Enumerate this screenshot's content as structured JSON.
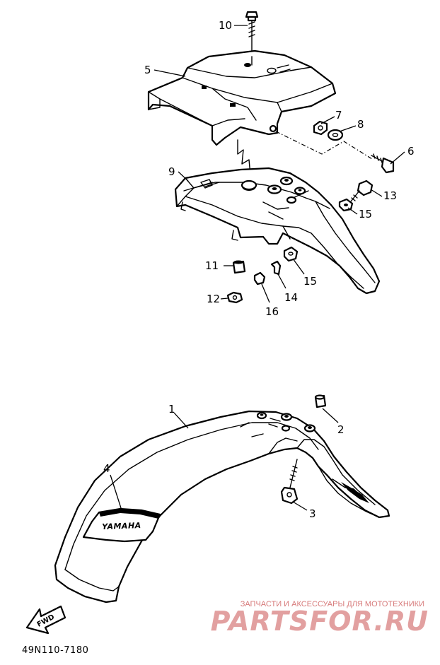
{
  "callouts": {
    "c1": "1",
    "c2": "2",
    "c3": "3",
    "c4": "4",
    "c5": "5",
    "c6": "6",
    "c7": "7",
    "c8": "8",
    "c9": "9",
    "c10": "10",
    "c11": "11",
    "c12": "12",
    "c13": "13",
    "c14": "14",
    "c15a": "15",
    "c15b": "15",
    "c16": "16"
  },
  "emblem": "YAMAHA",
  "direction_marker": "FWD",
  "diagram_code": "49N110-7180",
  "watermark": {
    "caption": "ЗАПЧАСТИ И АКСЕССУАРЫ ДЛЯ МОТОТЕХНИКИ",
    "logo": "PARTSFOR.RU"
  },
  "colors": {
    "line": "#000000",
    "background": "#ffffff",
    "watermark": "#e2a0a0"
  }
}
